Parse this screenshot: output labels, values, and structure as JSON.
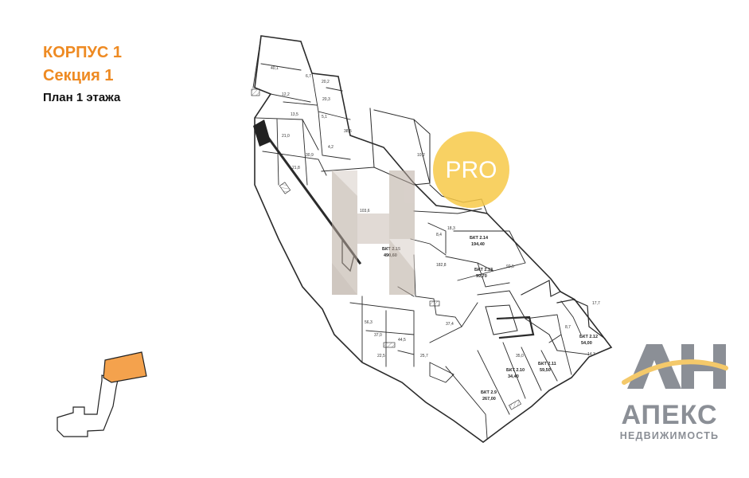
{
  "header": {
    "building": "КОРПУС 1",
    "section": "Секция 1",
    "plan_title": "План 1 этажа"
  },
  "watermark": {
    "pro_label": "PRO",
    "logo_mark": "АН",
    "logo_name": "АПЕКС",
    "logo_subtitle": "НЕДВИЖИМОСТЬ"
  },
  "rooms": [
    {
      "label": "40,1"
    },
    {
      "label": "12,2"
    },
    {
      "label": "20,2"
    },
    {
      "label": "6,7"
    },
    {
      "label": "13,5"
    },
    {
      "label": "20,3"
    },
    {
      "label": "38,5"
    },
    {
      "label": "5,1"
    },
    {
      "label": "21,0"
    },
    {
      "label": "21,8"
    },
    {
      "label": "30,9"
    },
    {
      "label": "4,2"
    },
    {
      "label": "103,6"
    },
    {
      "label": "10,2"
    },
    {
      "label": "8,4"
    },
    {
      "label": "18,3"
    },
    {
      "label": "182,8"
    },
    {
      "label": "92,5"
    },
    {
      "label": "56,3"
    },
    {
      "label": "37,0"
    },
    {
      "label": "44,5"
    },
    {
      "label": "22,5"
    },
    {
      "label": "25,7"
    },
    {
      "label": "37,4"
    },
    {
      "label": "35,0"
    },
    {
      "label": "17,7"
    },
    {
      "label": "8,7"
    },
    {
      "label": "14,3"
    }
  ],
  "units": [
    {
      "code": "БКТ 2.15",
      "area": "490,60"
    },
    {
      "code": "БКТ 2.14",
      "area": "194,40"
    },
    {
      "code": "БКТ 2.13",
      "area": "99,70"
    },
    {
      "code": "БКТ 2.9",
      "area": "267,00"
    },
    {
      "code": "БКТ 2.10",
      "area": "34,40"
    },
    {
      "code": "БКТ 2.11",
      "area": "59,50"
    },
    {
      "code": "БКТ 2.12",
      "area": "54,00"
    }
  ],
  "colors": {
    "accent": "#ee8a22",
    "highlight_fill": "#f4a24d",
    "pro_circle": "#f7c948",
    "logo_gray": "#8b8f96",
    "wall": "#2b2b2b"
  },
  "icons": {
    "watermark_h": "h-letter-watermark",
    "key_plan": "building-key-plan",
    "logo_swoosh": "swoosh-arc"
  }
}
